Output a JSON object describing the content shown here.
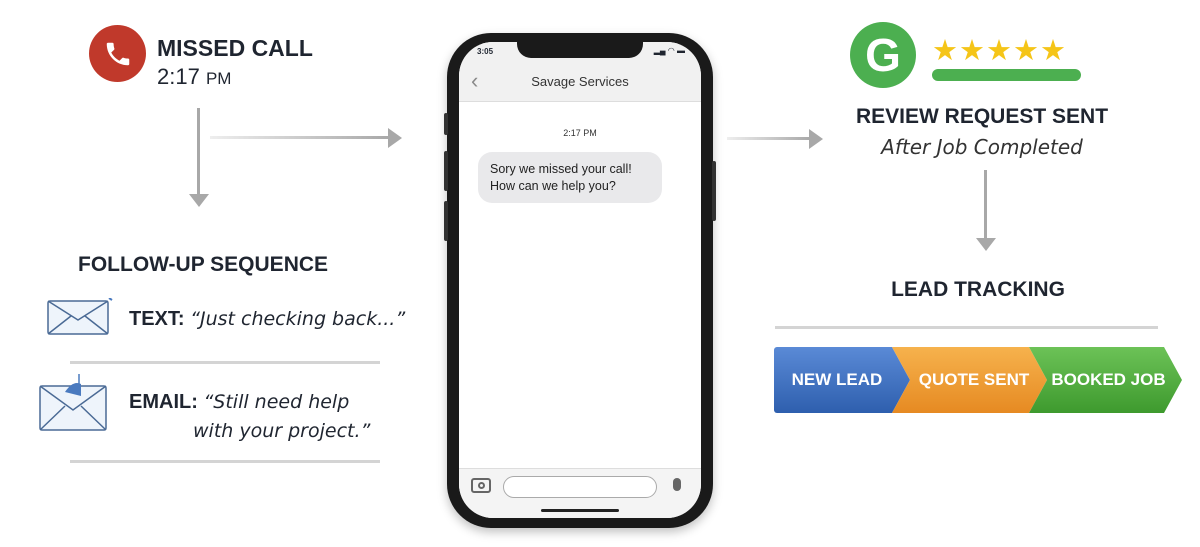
{
  "missed_call": {
    "title": "MISSED CALL",
    "time": "2:17",
    "ampm": "PM",
    "icon": "phone-icon",
    "color": "#c0392b"
  },
  "followup": {
    "title": "FOLLOW-UP SEQUENCE",
    "text": {
      "label": "TEXT:",
      "message": "“Just checking back...”"
    },
    "email": {
      "label": "EMAIL:",
      "message_line1": "“Still need help",
      "message_line2": "with your project.”"
    }
  },
  "phone": {
    "status_time": "3:05",
    "contact": "Savage Services",
    "timestamp": "2:17 PM",
    "message_line1": "Sory we missed your call!",
    "message_line2": "How can we help you?"
  },
  "review": {
    "rating": 5,
    "title": "REVIEW REQUEST SENT",
    "subtitle": "After Job Completed",
    "color": "#4caf50"
  },
  "lead_tracking": {
    "title": "LEAD TRACKING",
    "stages": [
      {
        "label": "NEW LEAD",
        "color": "#3a6fc0"
      },
      {
        "label": "QUOTE SENT",
        "color": "#ee9a32"
      },
      {
        "label": "BOOKED JOB",
        "color": "#4eaa3c"
      }
    ]
  }
}
